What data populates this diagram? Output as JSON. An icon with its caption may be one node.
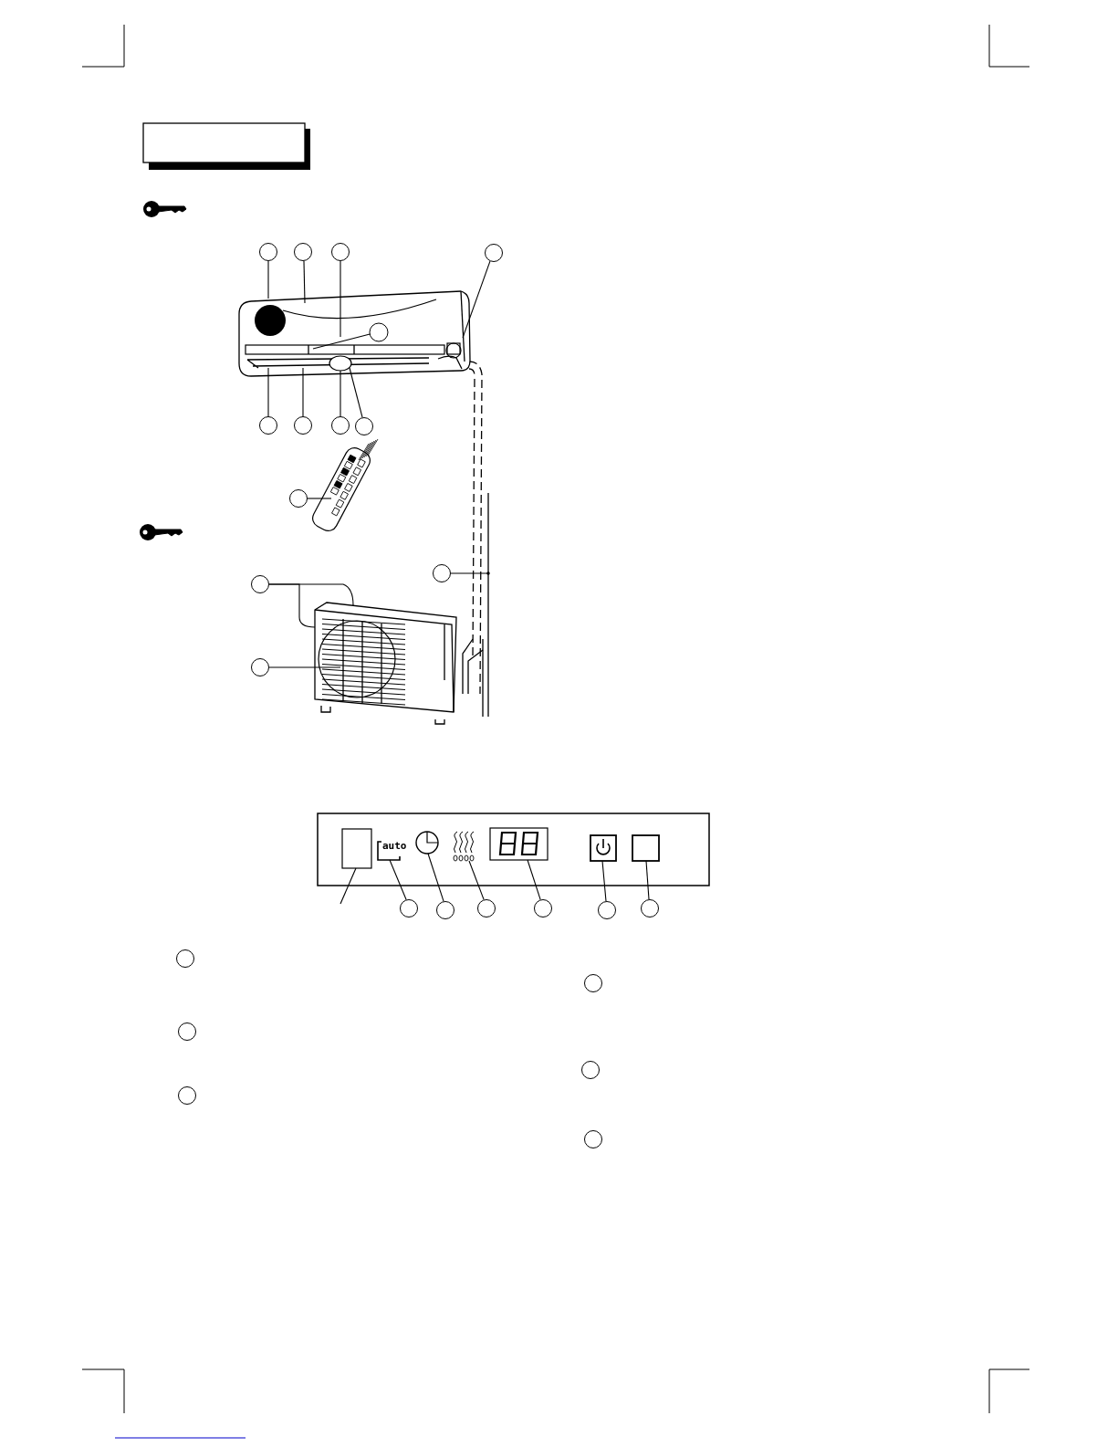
{
  "diagram": {
    "nodes": [
      {
        "text": [],
        "shape": "circle"
      },
      {
        "text": [],
        "shape": "circle"
      },
      {
        "text": [],
        "shape": "circle"
      },
      {
        "text": [],
        "shape": "circle"
      },
      {
        "text": [],
        "shape": "circle",
        "in": 25
      },
      {
        "text": [],
        "shape": "circle"
      },
      {
        "text": [],
        "shape": "circle"
      },
      {
        "text": [],
        "shape": "circle"
      },
      {
        "text": [],
        "shape": "circle"
      },
      {
        "text": [],
        "shape": "circle"
      },
      {
        "text": [],
        "shape": "circle"
      },
      {
        "text": [],
        "shape": "circle"
      },
      {
        "text": [],
        "shape": "circle"
      },
      {
        "text": [],
        "shape": "circle"
      },
      {
        "text": [],
        "shape": "circle"
      },
      {
        "text": [],
        "shape": "circle"
      },
      {
        "text": [],
        "shape": "circle"
      },
      {
        "text": [],
        "shape": "circle"
      },
      {
        "text": [],
        "shape": "circle"
      },
      {
        "text": [],
        "shape": "circle"
      },
      {
        "text": [],
        "shape": "circle"
      },
      {
        "text": [],
        "shape": "circle"
      },
      {
        "text": [],
        "shape": "circle"
      },
      {
        "text": [],
        "shape": "circle"
      },
      {
        "text": [],
        "shape": "circle"
      },
      {
        "text": [],
        "shape": "picture"
      },
      {
        "text": [],
        "shape": "picture"
      },
      {
        "text": [],
        "shape": "picture"
      },
      {
        "text": [],
        "shape": "picture"
      },
      {
        "text": [],
        "shape": "box"
      },
      {
        "text": [],
        "shape": "box",
        "in": 29
      },
      {
        "text": [
          "auto"
        ],
        "in": 29
      },
      {
        "text": [],
        "shape": "picture",
        "in": 29
      },
      {
        "text": [],
        "shape": "picture",
        "in": 29
      },
      {
        "text": [],
        "shape": "picture",
        "in": 29
      },
      {
        "text": [],
        "shape": "box",
        "in": 29
      },
      {
        "text": [],
        "shape": "box",
        "in": 29
      },
      {
        "text": [],
        "shape": "picture",
        "in": 25
      }
    ],
    "edges": [
      {
        "from": 0,
        "to": 25,
        "arrow": "none"
      },
      {
        "from": 1,
        "to": 25,
        "arrow": "none"
      },
      {
        "from": 2,
        "to": 25,
        "arrow": "none"
      },
      {
        "from": 3,
        "to": 25,
        "arrow": "none"
      },
      {
        "from": 4,
        "to": 25,
        "arrow": "none"
      },
      {
        "from": 5,
        "to": 25,
        "arrow": "none"
      },
      {
        "from": 6,
        "to": 25,
        "arrow": "none"
      },
      {
        "from": 7,
        "to": 37,
        "arrow": "none"
      },
      {
        "from": 8,
        "to": 37,
        "arrow": "none"
      },
      {
        "from": 9,
        "to": 26,
        "arrow": "none"
      },
      {
        "from": 10,
        "to": 27,
        "arrow": "other"
      },
      {
        "from": 11,
        "to": 28,
        "arrow": "none"
      },
      {
        "from": 11,
        "to": 28,
        "arrow": "none"
      },
      {
        "from": 12,
        "to": 28,
        "arrow": "none"
      },
      {
        "from": 13,
        "to": 31,
        "arrow": "none"
      },
      {
        "from": 14,
        "to": 32,
        "arrow": "none"
      },
      {
        "from": 15,
        "to": 33,
        "arrow": "none"
      },
      {
        "from": 16,
        "to": 34,
        "arrow": "none"
      },
      {
        "from": 17,
        "to": 35,
        "arrow": "none"
      },
      {
        "from": 18,
        "to": 36,
        "arrow": "none"
      },
      {
        "from": 30,
        "to": null,
        "arrow": "none"
      }
    ]
  }
}
